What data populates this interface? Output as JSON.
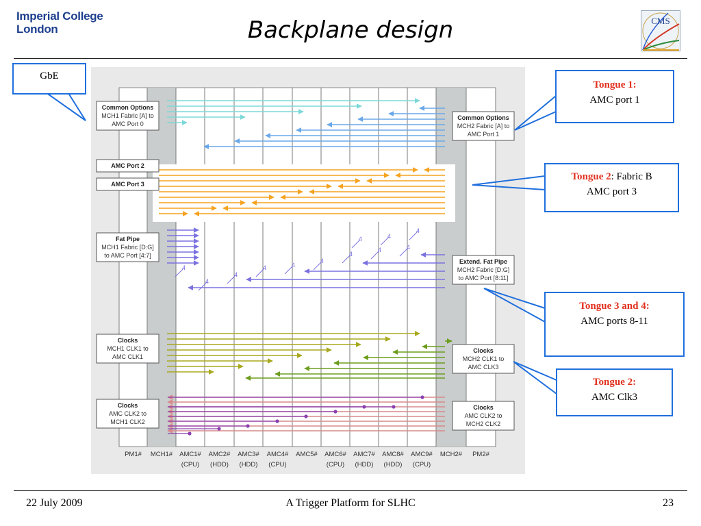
{
  "header": {
    "logo_line1": "Imperial College",
    "logo_line2": "London",
    "title": "Backplane design",
    "cms_logo_text": "CMS"
  },
  "callouts": {
    "gbe": "GbE",
    "tongue1": {
      "title": "Tongue 1:",
      "text": "AMC port 1"
    },
    "tongue2_fabric": {
      "title": "Tongue 2",
      "suffix": ": Fabric B",
      "text": "AMC port 3"
    },
    "tongue34": {
      "title": "Tongue 3 and 4:",
      "text": "AMC ports 8-11"
    },
    "tongue2_clk": {
      "title": "Tongue 2:",
      "text": "AMC Clk3"
    }
  },
  "diagram": {
    "boxes": {
      "common_left": [
        "Common Options",
        "MCH1 Fabric [A] to",
        "AMC Port 0"
      ],
      "common_right": [
        "Common Options",
        "MCH2 Fabric [A] to",
        "AMC Port 1"
      ],
      "amc_port2": "AMC Port 2",
      "amc_port3": "AMC Port 3",
      "fat_left": [
        "Fat Pipe",
        "MCH1 Fabric [D:G]",
        "to AMC Port [4:7]"
      ],
      "fat_right": [
        "Extend. Fat Pipe",
        "MCH2 Fabric [D:G]",
        "to AMC Port [8:11]"
      ],
      "clk_left": [
        "Clocks",
        "MCH1 CLK1 to",
        "AMC CLK1"
      ],
      "clk_right": [
        "Clocks",
        "MCH2 CLK1 to",
        "AMC CLK3"
      ],
      "clk2_left": [
        "Clocks",
        "AMC CLK2 to",
        "MCH1 CLK2"
      ],
      "clk2_right": [
        "Clocks",
        "AMC CLK2 to",
        "MCH2 CLK2"
      ]
    },
    "fat_pipe_label": "4",
    "slots": [
      {
        "name": "PM1#",
        "sub": ""
      },
      {
        "name": "MCH1#",
        "sub": ""
      },
      {
        "name": "AMC1#",
        "sub": "(CPU)"
      },
      {
        "name": "AMC2#",
        "sub": "(HDD)"
      },
      {
        "name": "AMC3#",
        "sub": "(HDD)"
      },
      {
        "name": "AMC4#",
        "sub": "(CPU)"
      },
      {
        "name": "AMC5#",
        "sub": ""
      },
      {
        "name": "AMC6#",
        "sub": "(CPU)"
      },
      {
        "name": "AMC7#",
        "sub": "(HDD)"
      },
      {
        "name": "AMC8#",
        "sub": "(HDD)"
      },
      {
        "name": "AMC9#",
        "sub": "(CPU)"
      },
      {
        "name": "MCH2#",
        "sub": ""
      },
      {
        "name": "PM2#",
        "sub": ""
      }
    ],
    "colors": {
      "common": "#7dd8d8",
      "common_dark": "#6aa8e8",
      "port": "#f5a21f",
      "fat": "#7b72e0",
      "clk1": "#a8a81e",
      "clk1_dark": "#6c9d1e",
      "clk2": "#d98a8a",
      "clk2_dark": "#8b3fb0"
    }
  },
  "footer": {
    "date": "22 July 2009",
    "center": "A Trigger Platform for SLHC",
    "page": "23"
  }
}
